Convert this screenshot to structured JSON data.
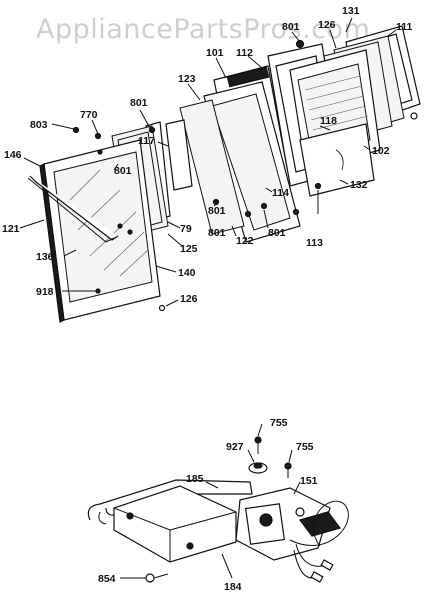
{
  "watermark": "AppliancePartsPros.com",
  "door_assembly": {
    "callouts": {
      "c803": "803",
      "c770": "770",
      "c801a": "801",
      "c123": "123",
      "c101": "101",
      "c112": "112",
      "c801b": "801",
      "c131": "131",
      "c111": "111",
      "c126top": "126",
      "c117": "117",
      "c118": "118",
      "c102": "102",
      "c146": "146",
      "c801c": "801",
      "c132": "132",
      "c114": "114",
      "c801d": "801",
      "c801e": "801",
      "c113": "113",
      "c121": "121",
      "c79": "79",
      "c125": "125",
      "c801f": "801",
      "c122": "122",
      "c136": "136",
      "c140": "140",
      "c918": "918",
      "c126bottom": "126"
    }
  },
  "hinge_assembly": {
    "callouts": {
      "c755a": "755",
      "c927": "927",
      "c755b": "755",
      "c185": "185",
      "c151": "151",
      "c854": "854",
      "c184": "184"
    }
  }
}
